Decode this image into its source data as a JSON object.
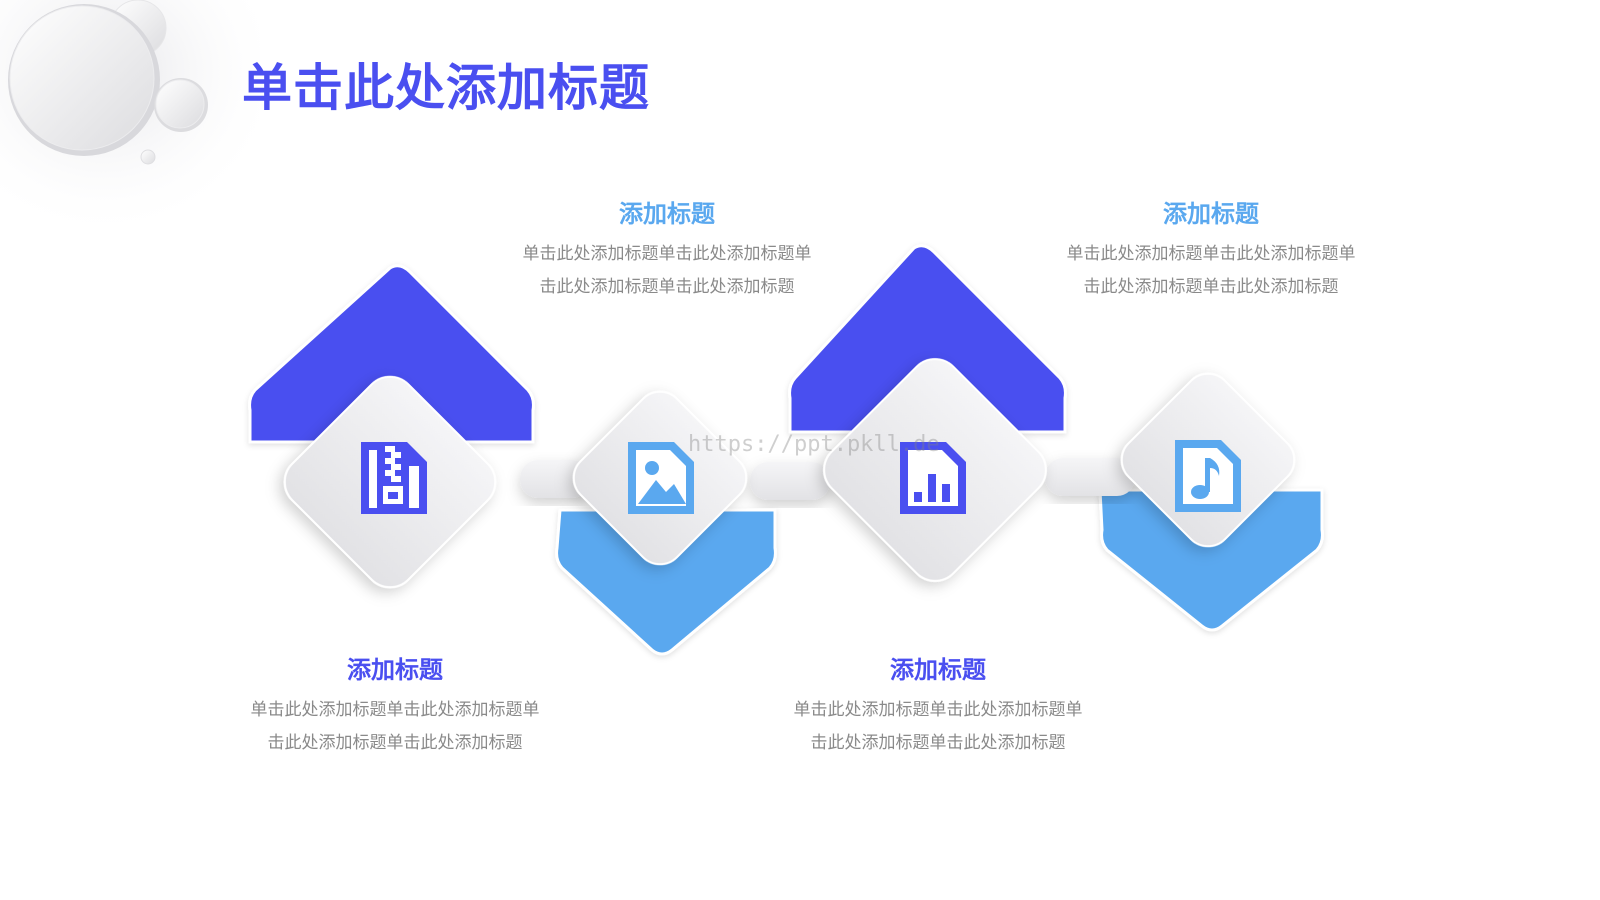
{
  "slide": {
    "title": "单击此处添加标题",
    "watermark": "https://ppt.pkll.de"
  },
  "colors": {
    "primary": "#4a4ff0",
    "secondary": "#5aa8ef",
    "body_text": "#8a8a8a",
    "tile": "#ececee"
  },
  "steps": [
    {
      "heading": "添加标题",
      "text": "单击此处添加标题单击此处添加标题单击此处添加标题单击此处添加标题",
      "icon": "zip-file-icon",
      "accent": "dark"
    },
    {
      "heading": "添加标题",
      "text": "单击此处添加标题单击此处添加标题单击此处添加标题单击此处添加标题",
      "icon": "image-file-icon",
      "accent": "light"
    },
    {
      "heading": "添加标题",
      "text": "单击此处添加标题单击此处添加标题单击此处添加标题单击此处添加标题",
      "icon": "chart-file-icon",
      "accent": "dark"
    },
    {
      "heading": "添加标题",
      "text": "单击此处添加标题单击此处添加标题单击此处添加标题单击此处添加标题",
      "icon": "music-file-icon",
      "accent": "light"
    }
  ]
}
